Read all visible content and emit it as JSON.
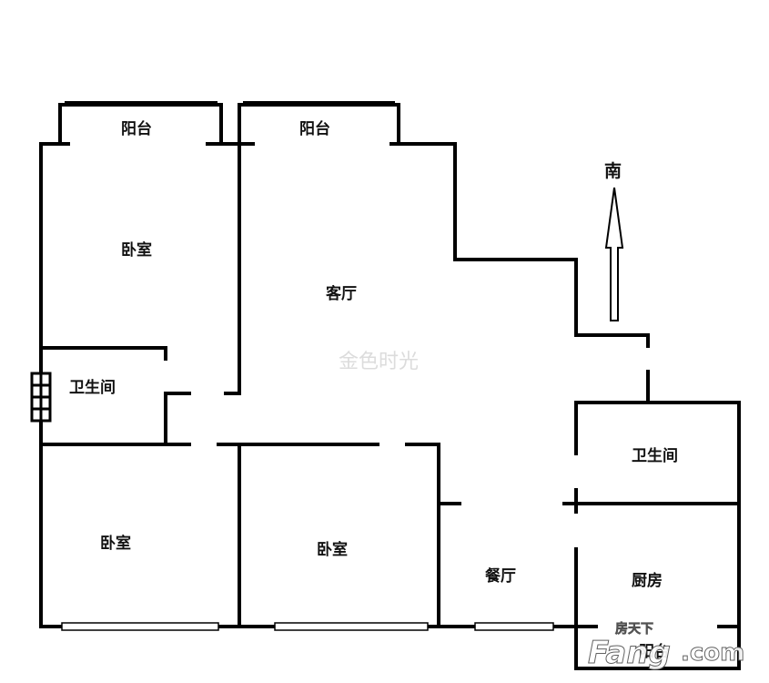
{
  "rooms": {
    "balcony_left": "阳台",
    "balcony_mid": "阳台",
    "bedroom_top": "卧室",
    "living_room": "客厅",
    "bathroom_left": "卫生间",
    "bedroom_bottom_left": "卧室",
    "bedroom_bottom_mid": "卧室",
    "dining_room": "餐厅",
    "bathroom_right": "卫生间",
    "kitchen": "厨房",
    "balcony_bottom": "阳台"
  },
  "compass": {
    "direction": "南"
  },
  "watermark": {
    "text": "金色时光"
  },
  "logo": {
    "chinese": "房天下",
    "brand": "Fang",
    "suffix": ".com"
  },
  "colors": {
    "wall": "#000000",
    "background": "#ffffff",
    "logo_orange": "#e8571c"
  }
}
